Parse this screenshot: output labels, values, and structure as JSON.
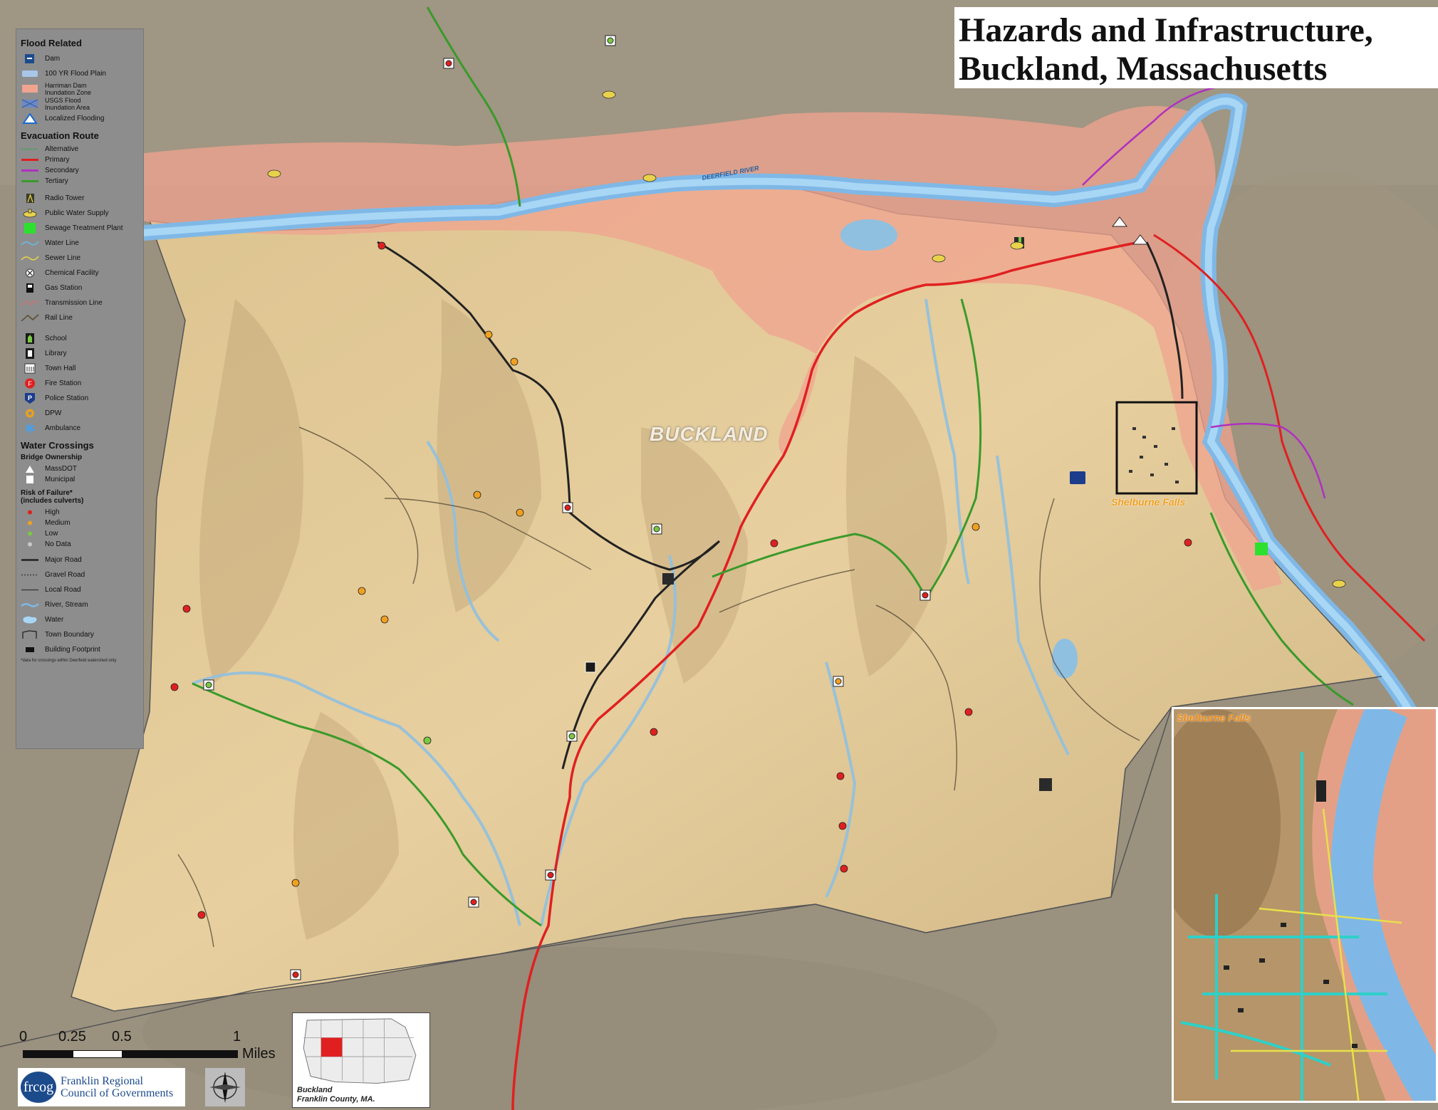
{
  "title": {
    "line1": "Hazards and Infrastructure,",
    "line2": "Buckland, Massachusetts"
  },
  "legend": {
    "flood_heading": "Flood Related",
    "flood_items": [
      {
        "label": "Dam",
        "icon": "dam-icon"
      },
      {
        "label": "100 YR Flood Plain",
        "icon": "flood-plain-swatch"
      },
      {
        "label": "Harriman Dam Inundation Zone",
        "icon": "inundation-zone-swatch"
      },
      {
        "label": "USGS Flood Inundation Area",
        "icon": "usgs-flood-swatch"
      },
      {
        "label": "Localized Flooding",
        "icon": "localized-flooding-icon"
      }
    ],
    "evac_heading": "Evacuation Route",
    "evac_items": [
      {
        "label": "Alternative",
        "color": "#3aa64a",
        "dash": "2,2"
      },
      {
        "label": "Primary",
        "color": "#e02020",
        "dash": ""
      },
      {
        "label": "Secondary",
        "color": "#b030c0",
        "dash": ""
      },
      {
        "label": "Tertiary",
        "color": "#3a9a2a",
        "dash": ""
      }
    ],
    "infra_items": [
      {
        "label": "Radio Tower",
        "icon": "radio-tower-icon"
      },
      {
        "label": "Public Water Supply",
        "icon": "water-supply-icon"
      },
      {
        "label": "Sewage Treatment Plant",
        "icon": "sewage-plant-icon"
      },
      {
        "label": "Water Line",
        "icon": "water-line-swatch"
      },
      {
        "label": "Sewer Line",
        "icon": "sewer-line-swatch"
      },
      {
        "label": "Chemical Facility",
        "icon": "chemical-facility-icon"
      },
      {
        "label": "Gas Station",
        "icon": "gas-station-icon"
      },
      {
        "label": "Transmission Line",
        "icon": "transmission-line-swatch"
      },
      {
        "label": "Rail Line",
        "icon": "rail-line-swatch"
      }
    ],
    "facility_items": [
      {
        "label": "School",
        "icon": "school-icon"
      },
      {
        "label": "Library",
        "icon": "library-icon"
      },
      {
        "label": "Town Hall",
        "icon": "town-hall-icon"
      },
      {
        "label": "Fire Station",
        "icon": "fire-station-icon"
      },
      {
        "label": "Police Station",
        "icon": "police-station-icon"
      },
      {
        "label": "DPW",
        "icon": "dpw-icon"
      },
      {
        "label": "Ambulance",
        "icon": "ambulance-icon"
      }
    ],
    "crossings_heading": "Water Crossings",
    "bridge_heading": "Bridge Ownership",
    "bridge_items": [
      {
        "label": "MassDOT",
        "icon": "massdot-triangle-icon"
      },
      {
        "label": "Municipal",
        "icon": "municipal-square-icon"
      }
    ],
    "risk_heading": "Risk of Failure*",
    "risk_subheading": "(includes culverts)",
    "risk_items": [
      {
        "label": "High",
        "color": "#e02020"
      },
      {
        "label": "Medium",
        "color": "#f0a020"
      },
      {
        "label": "Low",
        "color": "#7ac943"
      },
      {
        "label": "No Data",
        "color": "#c8c8c8"
      }
    ],
    "base_items": [
      {
        "label": "Major Road",
        "icon": "major-road-swatch"
      },
      {
        "label": "Gravel Road",
        "icon": "gravel-road-swatch"
      },
      {
        "label": "Local Road",
        "icon": "local-road-swatch"
      },
      {
        "label": "River, Stream",
        "icon": "river-swatch"
      },
      {
        "label": "Water",
        "icon": "water-swatch"
      },
      {
        "label": "Town Boundary",
        "icon": "town-boundary-swatch"
      },
      {
        "label": "Building Footprint",
        "icon": "building-swatch"
      }
    ],
    "footnote": "*data for crossings within Deerfield watershed only"
  },
  "map_labels": {
    "town": "BUCKLAND",
    "village": "Shelburne Falls",
    "river": "DEERFIELD RIVER",
    "inset_village": "Shelburne Falls"
  },
  "scale": {
    "ticks": [
      "0",
      "0.25",
      "0.5",
      "1"
    ],
    "unit": "Miles"
  },
  "logo": {
    "mark": "frcog",
    "line1": "Franklin Regional",
    "line2": "Council of Governments"
  },
  "locator": {
    "line1": "Buckland",
    "line2": "Franklin County, MA."
  },
  "colors": {
    "town_land": "#e3c99a",
    "flood_zone": "#f0a38f",
    "river": "#8fc8f0",
    "primary_route": "#e02020",
    "secondary_route": "#b030c0",
    "tertiary_route": "#3a9a2a",
    "major_road": "#222222"
  }
}
